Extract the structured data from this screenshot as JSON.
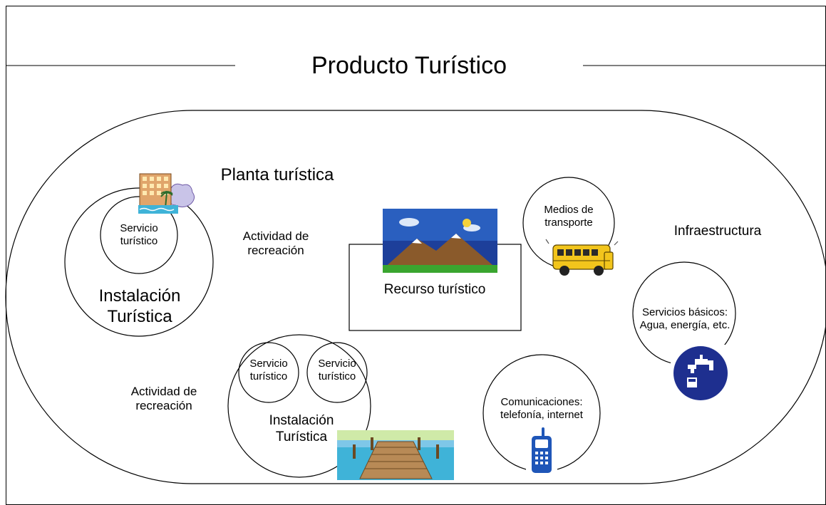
{
  "title": "Producto Turístico",
  "labels": {
    "planta": "Planta turística",
    "infraestructura": "Infraestructura",
    "servicio_1": "Servicio turístico",
    "instalacion_1": "Instalación Turística",
    "actividad_1": "Actividad de recreación",
    "recurso": "Recurso turístico",
    "medios": "Medios de transporte",
    "servicios_basicos": "Servicios básicos: Agua, energía, etc.",
    "servicio_2": "Servicio turístico",
    "servicio_3": "Servicio turístico",
    "instalacion_2": "Instalación Turística",
    "actividad_2": "Actividad de recreación",
    "comunicaciones": "Comunicaciones: telefonía, internet"
  },
  "icons": [
    "hotel-icon",
    "mountain-landscape-icon",
    "school-bus-icon",
    "water-tap-icon",
    "pier-dock-icon",
    "cordless-phone-icon"
  ],
  "colors": {
    "tap_circle": "#1e2f8f",
    "phone": "#1f56b8",
    "bus": "#f2c51c",
    "sky": "#1d3f9a",
    "mountain": "#8a5a2b",
    "grass": "#3aa52f",
    "water": "#3fb3d8"
  }
}
